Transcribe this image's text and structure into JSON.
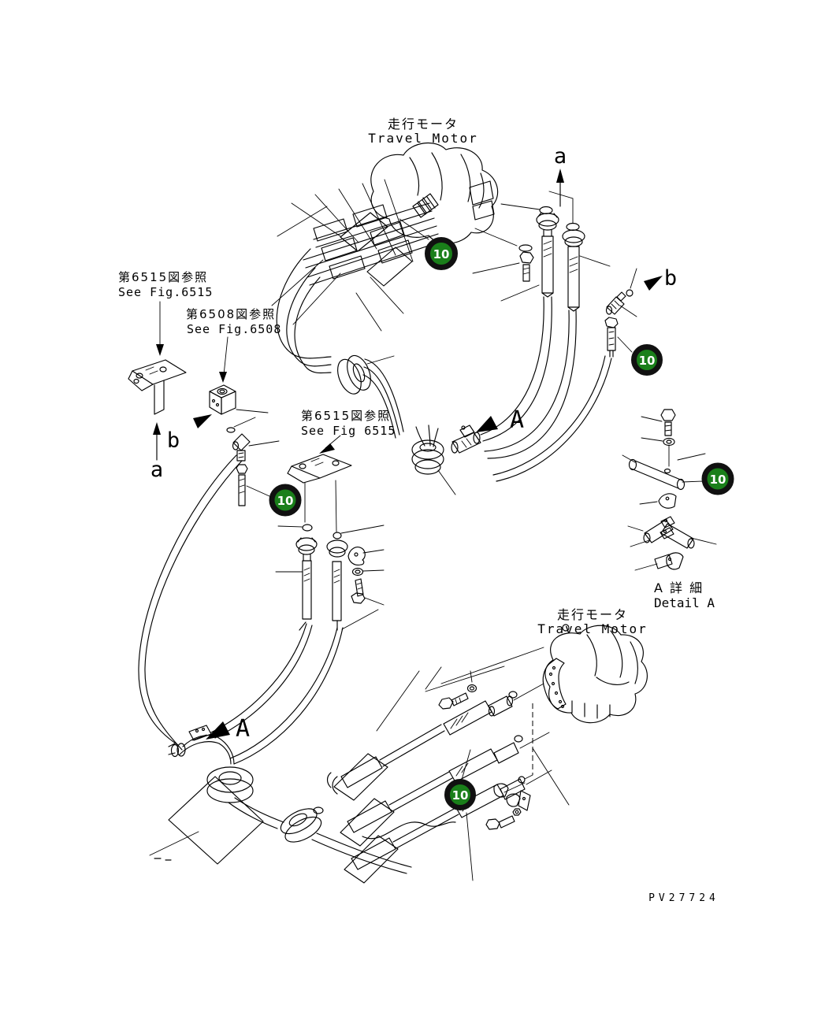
{
  "diagram": {
    "drawing_code": "PV27724",
    "labels": {
      "travel_motor_top_jp": "走行モータ",
      "travel_motor_top_en": "Travel Motor",
      "travel_motor_bottom_jp": "走行モータ",
      "travel_motor_bottom_en": "Travel Motor",
      "see_fig_6515_left_jp": "第6515図参照",
      "see_fig_6515_left_en": "See Fig.6515",
      "see_fig_6508_jp": "第6508図参照",
      "see_fig_6508_en": "See Fig.6508",
      "see_fig_6515_center_jp": "第6515図参照",
      "see_fig_6515_center_en": "See Fig 6515",
      "detail_a_jp": "A 詳 細",
      "detail_a_en": "Detail A",
      "ref_a_top_right": "a",
      "ref_b_right": "b",
      "ref_b_left": "b",
      "ref_a_left": "a",
      "view_arrow_a_center": "A",
      "view_arrow_a_bottom": "A"
    },
    "callouts": [
      {
        "id": "callout-top-motor-hoses",
        "label": "10"
      },
      {
        "id": "callout-right-fitting",
        "label": "10"
      },
      {
        "id": "callout-detail-a-clamp",
        "label": "10"
      },
      {
        "id": "callout-left-bolt",
        "label": "10"
      },
      {
        "id": "callout-bottom-hose",
        "label": "10"
      }
    ],
    "colors": {
      "background": "#ffffff",
      "line": "#000000",
      "callout_fill": "#1a7f1a",
      "callout_ring": "#111111",
      "callout_text": "#ffffff"
    }
  }
}
